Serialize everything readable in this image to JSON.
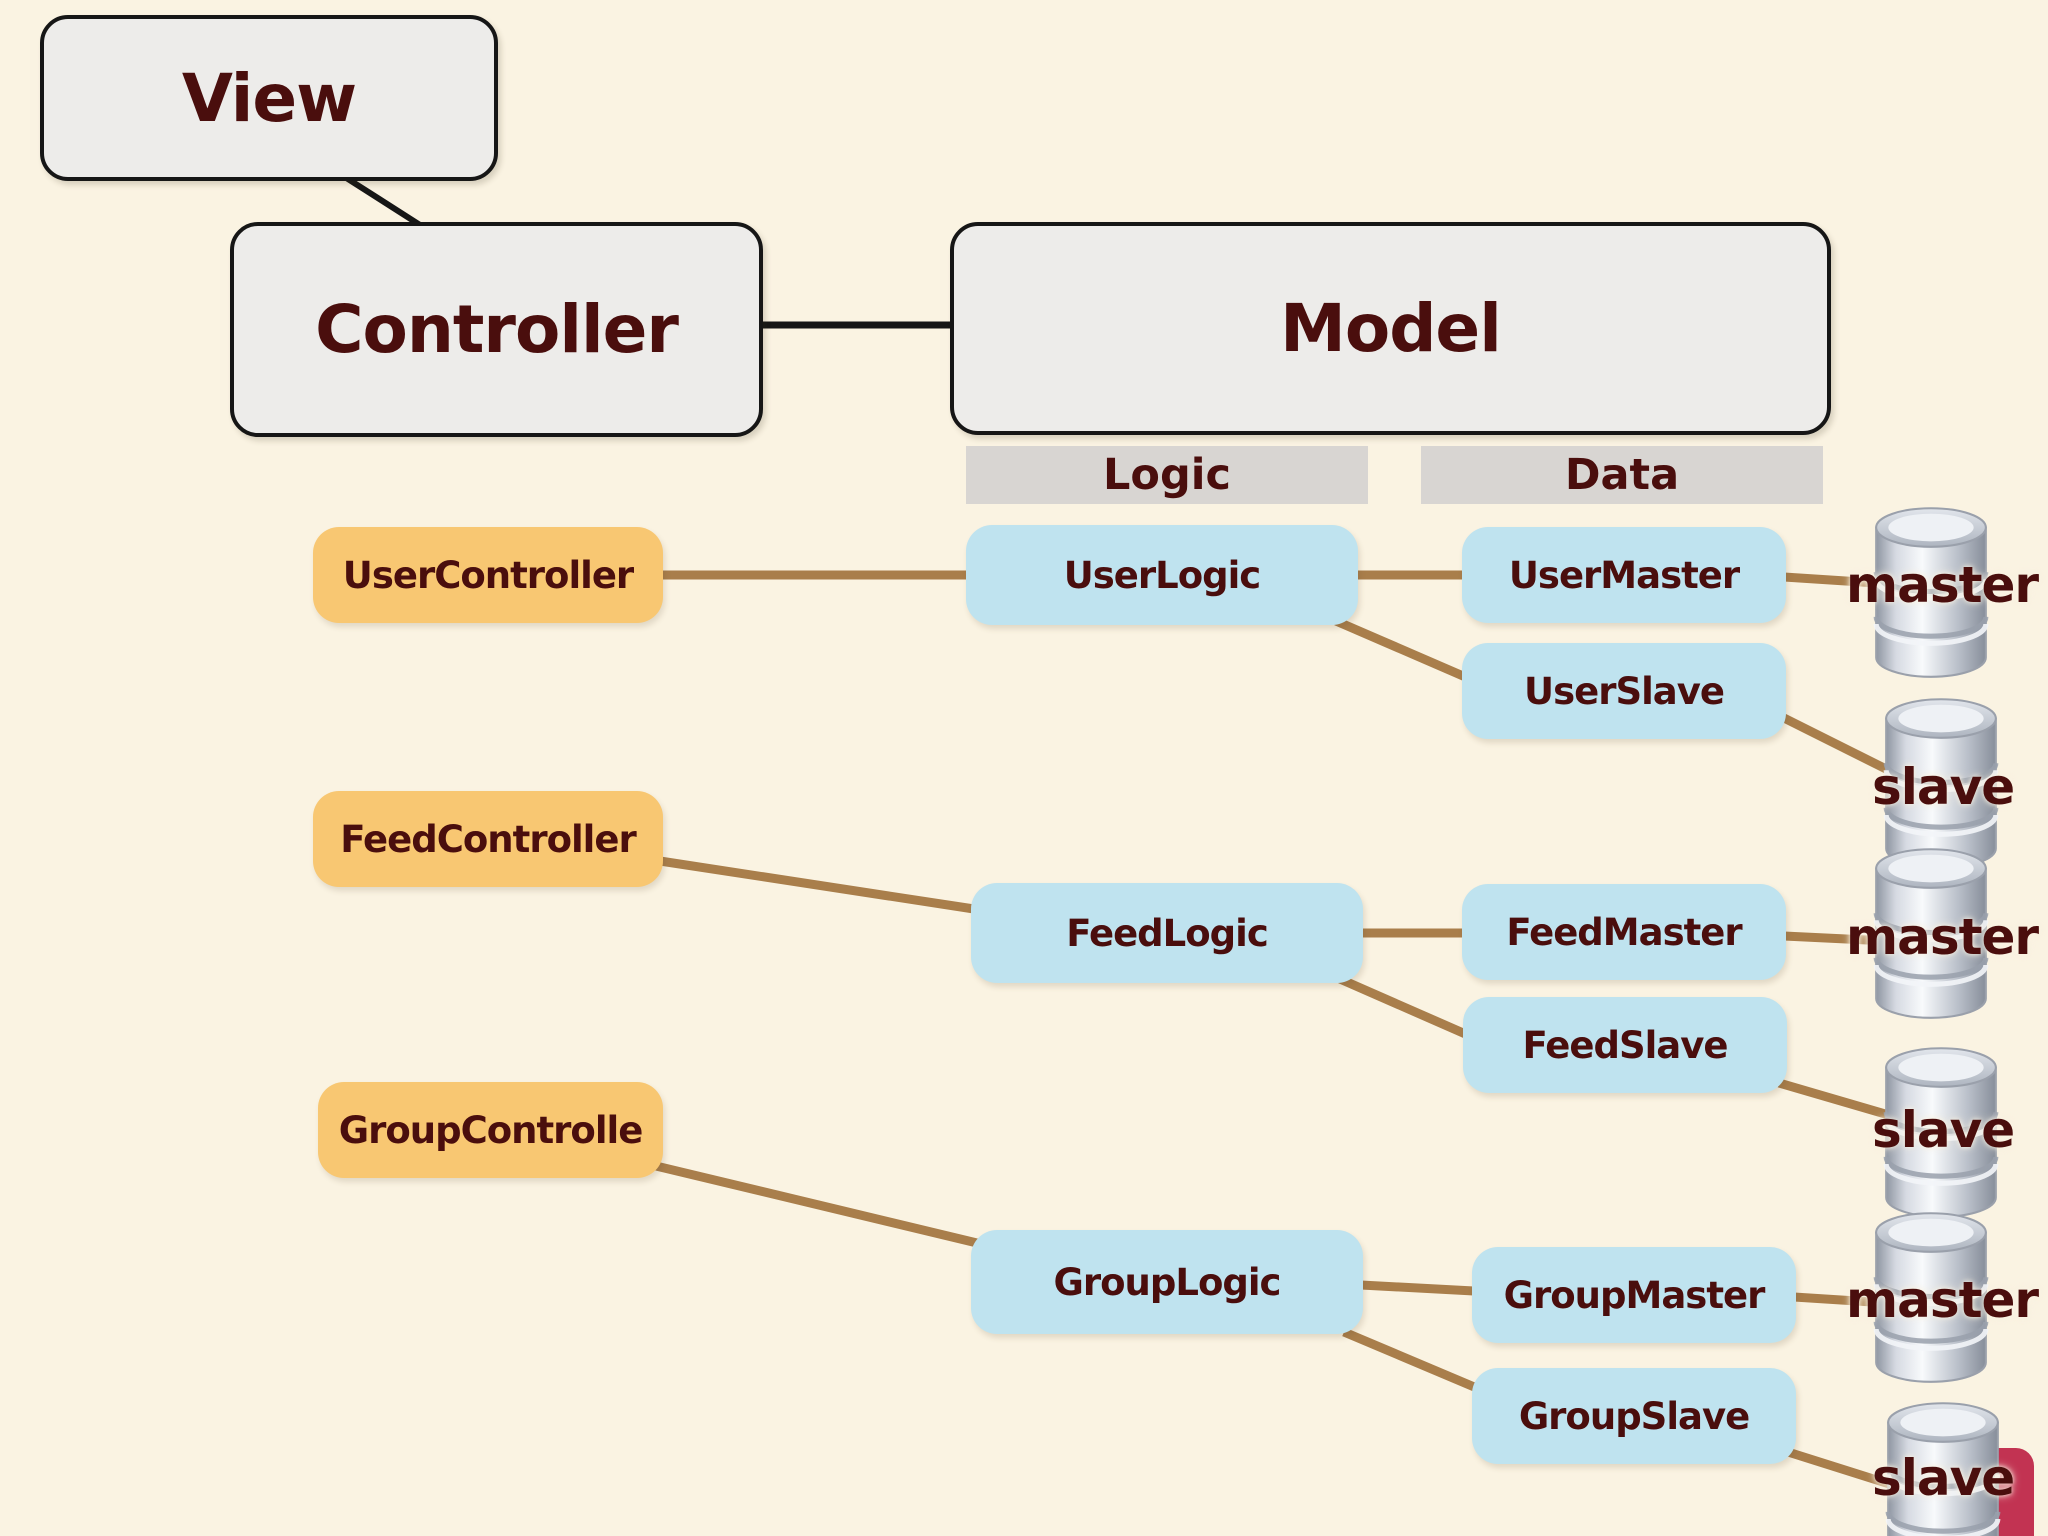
{
  "diagram": {
    "structure_nodes": {
      "view": "View",
      "controller": "Controller",
      "model": "Model"
    },
    "column_headers": {
      "logic": "Logic",
      "data": "Data"
    },
    "controller_nodes": [
      "UserController",
      "FeedController",
      "GroupControlle"
    ],
    "logic_nodes": [
      "UserLogic",
      "FeedLogic",
      "GroupLogic"
    ],
    "data_nodes": [
      "UserMaster",
      "UserSlave",
      "FeedMaster",
      "FeedSlave",
      "GroupMaster",
      "GroupSlave"
    ],
    "database_labels": [
      "master",
      "slave",
      "master",
      "slave",
      "master",
      "slave"
    ]
  },
  "colors": {
    "background": "#faf3e2",
    "structure_fill": "#edecea",
    "structure_border": "#161616",
    "header_fill": "#d8d5d2",
    "controller_fill": "#f8c772",
    "logic_data_fill": "#bfe3ef",
    "text_maroon": "#4a0e0d",
    "wire_brown": "#a97e4b",
    "wire_black": "#161616",
    "accent_red": "#c23352",
    "database_silver": "#c6ccd5"
  }
}
